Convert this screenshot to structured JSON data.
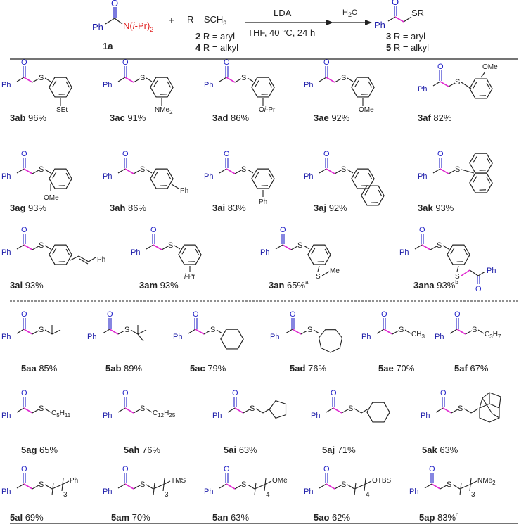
{
  "scheme": {
    "amide": {
      "prefix": "Ph",
      "o": "O",
      "n_group": "N(",
      "n_italic": "i",
      "n_after": "-Pr)",
      "n_sub": "2",
      "label": "1a"
    },
    "plus": "+",
    "thioether": {
      "text": "R – SCH",
      "sub": "3"
    },
    "reagent_lines": [
      {
        "num": "2",
        "text": " R = aryl"
      },
      {
        "num": "4",
        "text": " R = alkyl"
      }
    ],
    "conditions_top": "LDA",
    "conditions_bottom": "THF, 40 °C, 24 h",
    "quench_main": "H",
    "quench_sub": "2",
    "quench_tail": "O",
    "product": {
      "ph": "Ph",
      "o": "O",
      "sr": "SR"
    },
    "product_lines": [
      {
        "num": "3",
        "text": " R = aryl"
      },
      {
        "num": "5",
        "text": " R = alkyl"
      }
    ]
  },
  "compounds": [
    {
      "id": "3ab",
      "yield": " 96%",
      "sup": "",
      "sub_label": "SEt"
    },
    {
      "id": "3ac",
      "yield": " 91%",
      "sup": "",
      "sub_label": "NMe",
      "sub_sub": "2"
    },
    {
      "id": "3ad",
      "yield": " 86%",
      "sup": "",
      "sub_label": "O",
      "sub_italic": "i",
      "sub_tail": "-Pr"
    },
    {
      "id": "3ae",
      "yield": " 92%",
      "sup": "",
      "sub_label": "OMe"
    },
    {
      "id": "3af",
      "yield": " 82%",
      "sup": "",
      "sub_label": "OMe"
    },
    {
      "id": "3ag",
      "yield": " 93%",
      "sup": "",
      "sub_label": "OMe"
    },
    {
      "id": "3ah",
      "yield": " 86%",
      "sup": "",
      "sub_label": "Ph"
    },
    {
      "id": "3ai",
      "yield": " 83%",
      "sup": "",
      "sub_label": "Ph"
    },
    {
      "id": "3aj",
      "yield": " 92%",
      "sup": ""
    },
    {
      "id": "3ak",
      "yield": " 93%",
      "sup": ""
    },
    {
      "id": "3al",
      "yield": " 93%",
      "sup": "",
      "sub_label": "Ph"
    },
    {
      "id": "3am",
      "yield": " 93%",
      "sup": "",
      "sub_italic": "i",
      "sub_tail": "-Pr"
    },
    {
      "id": "3an",
      "yield": " 65%",
      "sup": "a",
      "sub_label": "S",
      "sub_tail2": "Me"
    },
    {
      "id": "3ana",
      "yield": " 93%",
      "sup": "b",
      "sub_label": "S",
      "sub_tail2": "Ph",
      "o": "O"
    },
    {
      "id": "5aa",
      "yield": " 85%",
      "sup": ""
    },
    {
      "id": "5ab",
      "yield": " 89%",
      "sup": ""
    },
    {
      "id": "5ac",
      "yield": " 79%",
      "sup": ""
    },
    {
      "id": "5ad",
      "yield": " 76%",
      "sup": ""
    },
    {
      "id": "5ae",
      "yield": " 70%",
      "sup": "",
      "r_main": "CH",
      "r_sub": "3"
    },
    {
      "id": "5af",
      "yield": " 67%",
      "sup": "",
      "r_main": "C",
      "r_sub": "3",
      "r_main2": "H",
      "r_sub2": "7"
    },
    {
      "id": "5ag",
      "yield": " 65%",
      "sup": "",
      "r_main": "C",
      "r_sub": "5",
      "r_main2": "H",
      "r_sub2": "11"
    },
    {
      "id": "5ah",
      "yield": " 76%",
      "sup": "",
      "r_main": "C",
      "r_sub": "12",
      "r_main2": "H",
      "r_sub2": "25"
    },
    {
      "id": "5ai",
      "yield": " 63%",
      "sup": ""
    },
    {
      "id": "5aj",
      "yield": " 71%",
      "sup": ""
    },
    {
      "id": "5ak",
      "yield": " 63%",
      "sup": ""
    },
    {
      "id": "5al",
      "yield": " 69%",
      "sup": "",
      "n": "3",
      "end": "Ph"
    },
    {
      "id": "5am",
      "yield": " 70%",
      "sup": "",
      "n": "3",
      "end": "TMS"
    },
    {
      "id": "5an",
      "yield": " 63%",
      "sup": "",
      "n": "4",
      "end": "OMe"
    },
    {
      "id": "5ao",
      "yield": " 62%",
      "sup": "",
      "n": "4",
      "end": "OTBS"
    },
    {
      "id": "5ap",
      "yield": " 83%",
      "sup": "c",
      "n": "3",
      "end": "NMe",
      "end_sub": "2"
    }
  ],
  "common": {
    "ph": "Ph",
    "o": "O",
    "s": "S"
  },
  "colors": {
    "ph": "#1a1aa8",
    "carbonyl": "#2222c8",
    "methylene": "#e02ad0",
    "amine": "#e02222",
    "bond": "#222222"
  }
}
